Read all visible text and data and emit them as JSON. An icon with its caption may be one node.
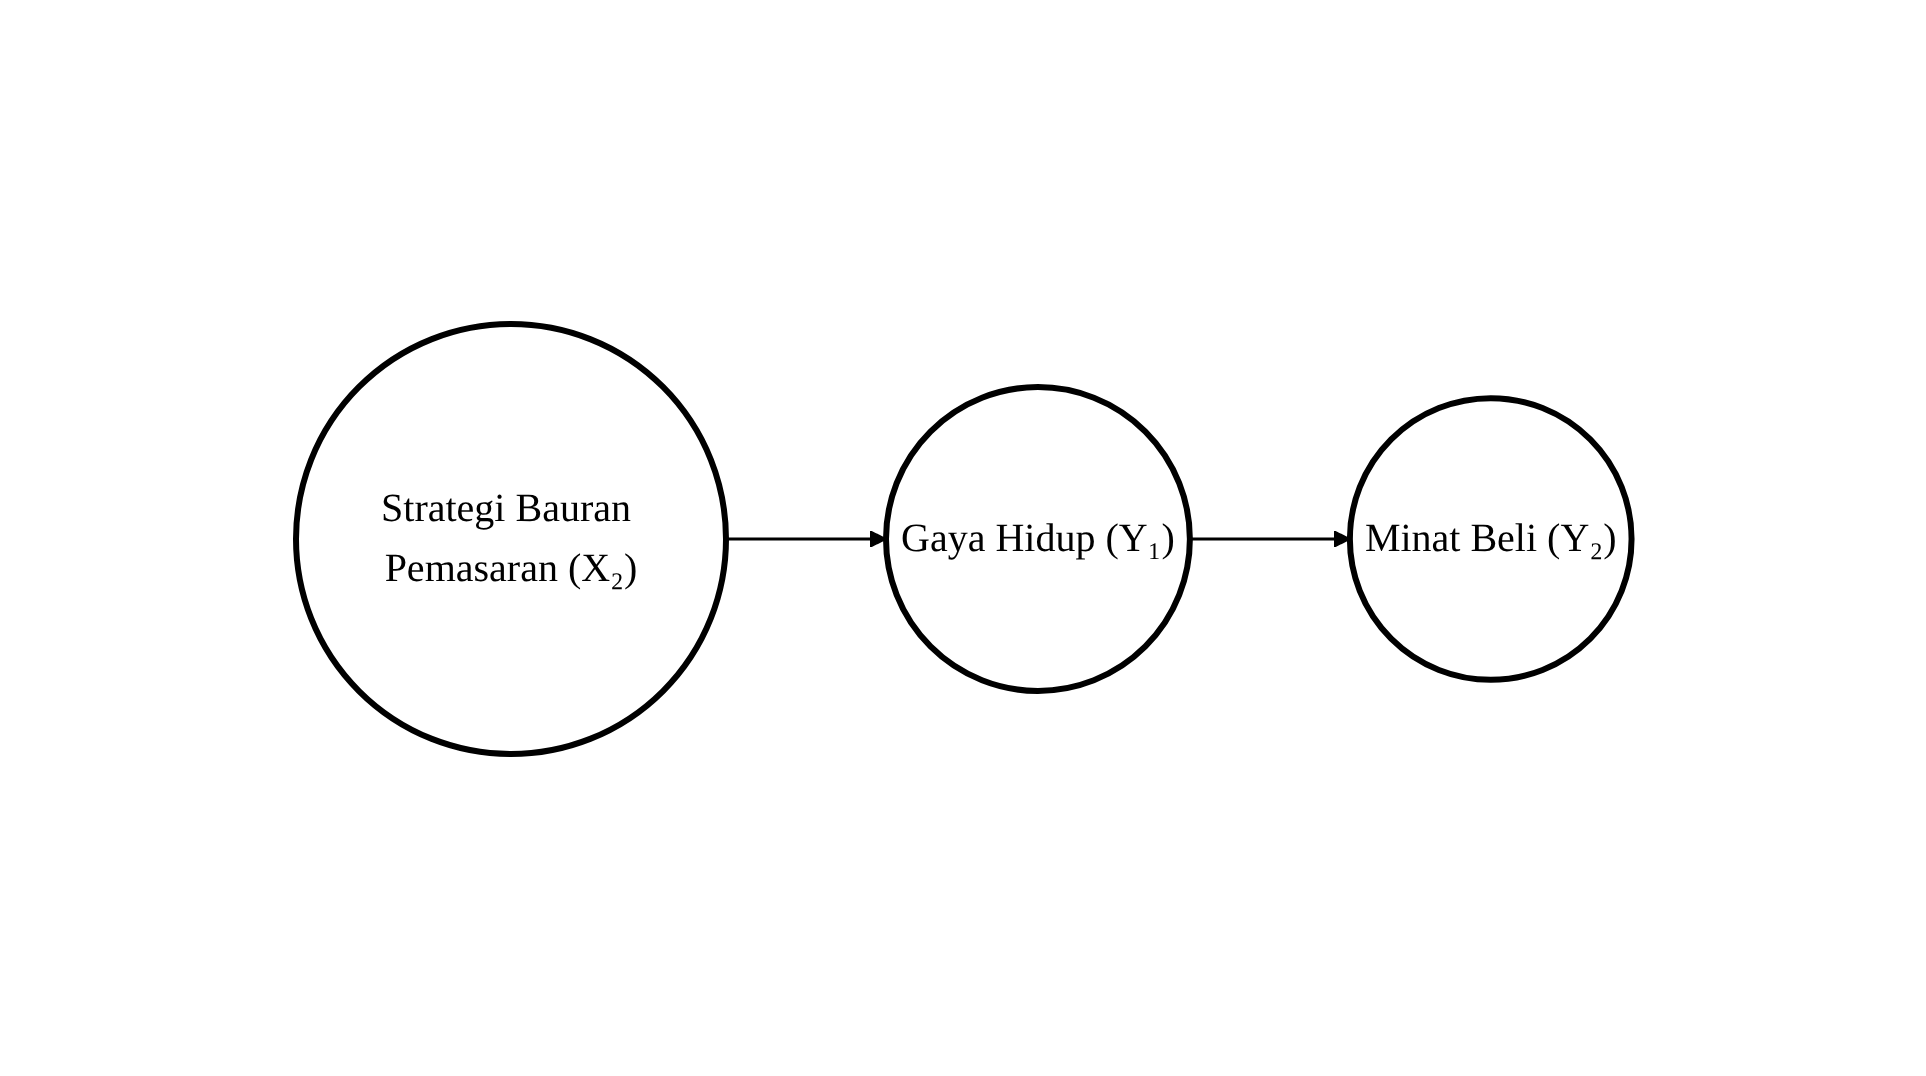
{
  "diagram": {
    "nodes": [
      {
        "text": [
          "Strategi Bauran Pemasaran (X₂)"
        ]
      },
      {
        "text": [
          "Minat Beli (Y₂)"
        ]
      },
      {
        "text": [
          "Gaya Hidup (Y₁)"
        ]
      }
    ],
    "edges": [
      {
        "from": 0,
        "to": 2,
        "arrow": "to"
      },
      {
        "from": 2,
        "to": 1,
        "arrow": "to"
      }
    ]
  }
}
